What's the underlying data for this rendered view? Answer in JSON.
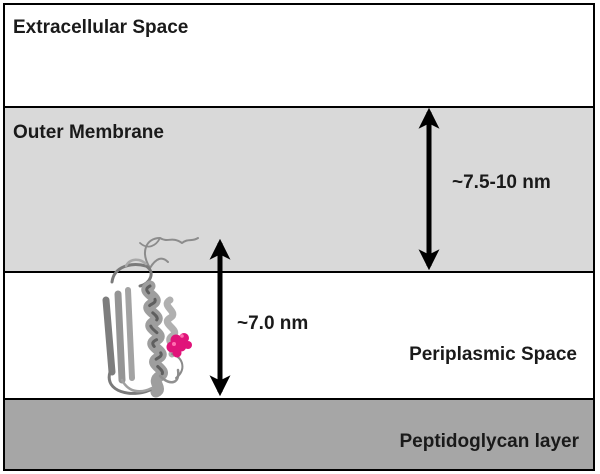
{
  "layers": {
    "extracellular": "Extracellular Space",
    "outer_membrane": "Outer Membrane",
    "periplasm": "Periplasmic Space",
    "peptidoglycan": "Peptidoglycan layer"
  },
  "dimensions": {
    "outer_membrane_thickness": "~7.5-10 nm",
    "protein_height": "~7.0 nm"
  },
  "colors": {
    "extracellular": "#ffffff",
    "outer_membrane": "#d9d9d9",
    "periplasm": "#ffffff",
    "peptidoglycan": "#a6a6a6",
    "protein": "#9a9a9a",
    "ligand": "#e0147a"
  },
  "icons": {
    "protein": "protein-ribbon-icon",
    "ligand": "ligand-spheres-icon"
  }
}
